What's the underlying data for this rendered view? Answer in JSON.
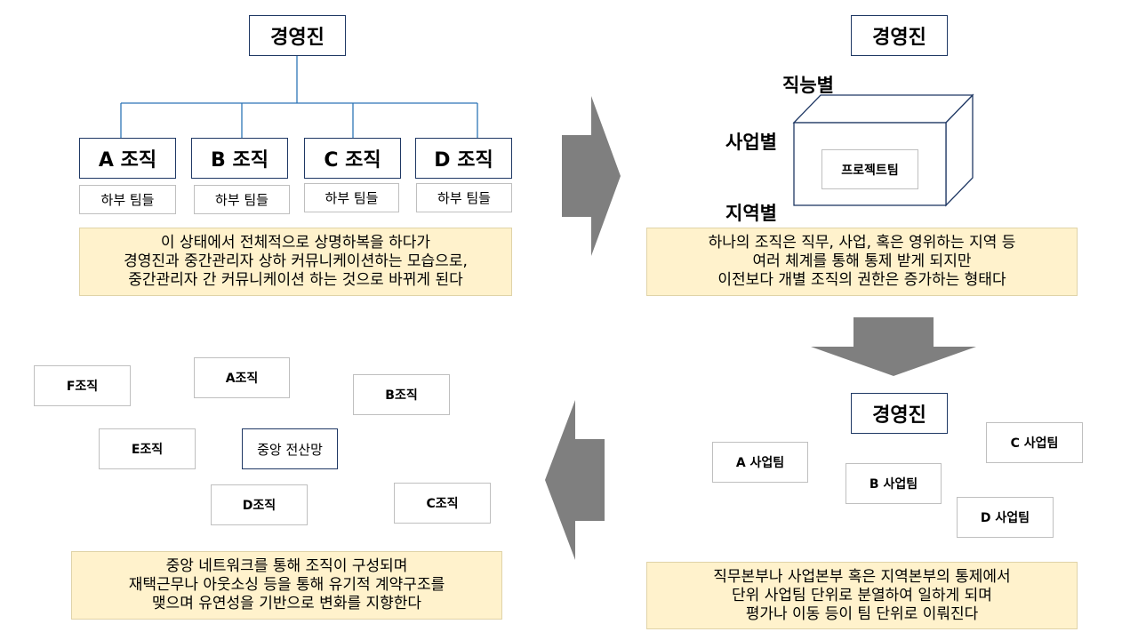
{
  "q1": {
    "exec": "경영진",
    "orgs": [
      "A 조직",
      "B 조직",
      "C 조직",
      "D 조직"
    ],
    "sub": "하부 팀들",
    "note": [
      "이 상태에서 전체적으로 상명하복을 하다가",
      "경영진과 중간관리자 상하 커뮤니케이션하는 모습으로,",
      "중간관리자 간 커뮤니케이션 하는 것으로 바뀌게 된다"
    ]
  },
  "q2": {
    "exec": "경영진",
    "axis_function": "직능별",
    "axis_business": "사업별",
    "axis_region": "지역별",
    "project_team": "프로젝트팀",
    "note": [
      "하나의 조직은 직무, 사업, 혹은 영위하는 지역 등",
      "여러 체계를 통해 통제 받게 되지만",
      "이전보다 개별 조직의 권한은 증가하는 형태다"
    ]
  },
  "q3": {
    "exec": "경영진",
    "teams": [
      "A 사업팀",
      "B 사업팀",
      "C 사업팀",
      "D 사업팀"
    ],
    "note": [
      "직무본부나 사업본부 혹은 지역본부의 통제에서",
      "단위 사업팀 단위로 분열하여 일하게 되며",
      "평가나 이동 등이 팀 단위로 이뤄진다"
    ]
  },
  "q4": {
    "center": "중앙 전산망",
    "orgs": {
      "a": "A조직",
      "b": "B조직",
      "c": "C조직",
      "d": "D조직",
      "e": "E조직",
      "f": "F조직"
    },
    "note": [
      "중앙 네트워크를 통해 조직이 구성되며",
      "재택근무나 아웃소싱 등을 통해 유기적 계약구조를",
      "맺으며 유연성을 기반으로 변화를 지향한다"
    ]
  },
  "colors": {
    "box_border": "#1f3864",
    "connector": "#2e75b6",
    "note_fill": "#fff2cc",
    "arrow": "#7f7f7f"
  }
}
